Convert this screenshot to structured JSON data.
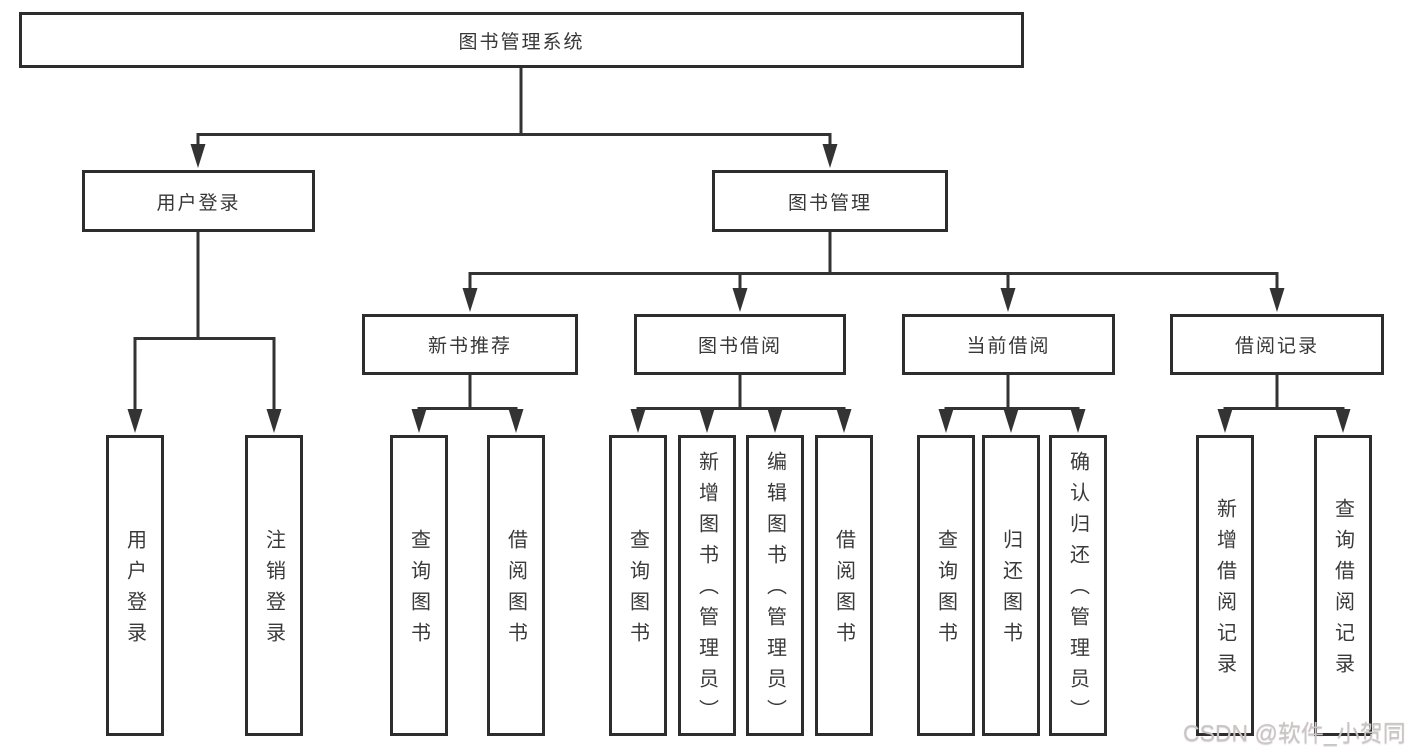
{
  "tree": {
    "root": "图书管理系统",
    "level2": [
      {
        "label": "用户登录",
        "leaves": [
          "用户登录",
          "注销登录"
        ]
      },
      {
        "label": "图书管理"
      }
    ],
    "level3": [
      {
        "label": "新书推荐",
        "leaves": [
          "查询图书",
          "借阅图书"
        ]
      },
      {
        "label": "图书借阅",
        "leaves": [
          "查询图书",
          "新增图书（管理员）",
          "编辑图书（管理员）",
          "借阅图书"
        ]
      },
      {
        "label": "当前借阅",
        "leaves": [
          "查询图书",
          "归还图书",
          "确认归还（管理员）"
        ]
      },
      {
        "label": "借阅记录",
        "leaves": [
          "新增借阅记录",
          "查询借阅记录"
        ]
      }
    ]
  },
  "watermark": "CSDN @软件_小贺同学",
  "colors": {
    "line": "#333333",
    "box_border": "#2d2d2d",
    "text": "#3a3a3a",
    "watermark": "#ccc4c4",
    "background": "#ffffff"
  }
}
